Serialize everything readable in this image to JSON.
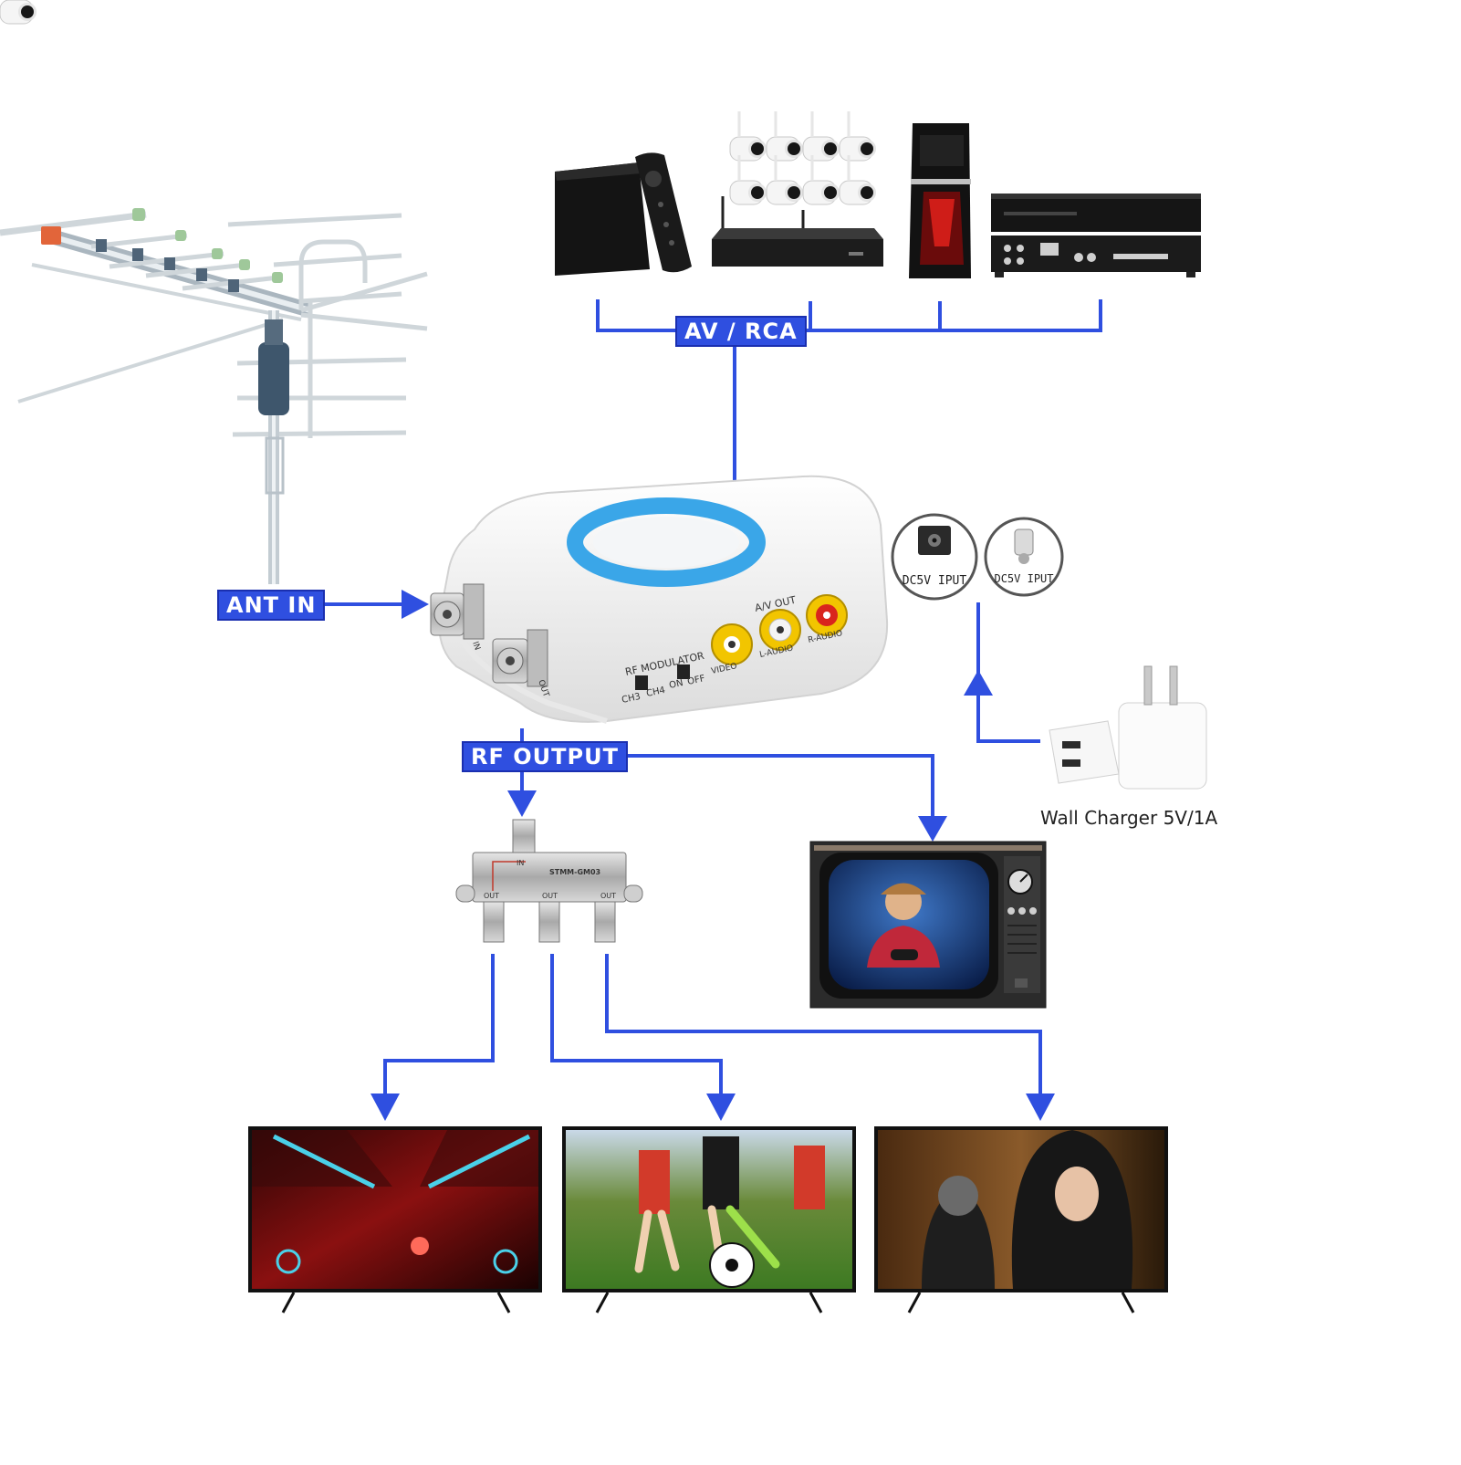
{
  "labels": {
    "av_rca": "AV / RCA",
    "ant_in": "ANT IN",
    "rf_output": "RF OUTPUT",
    "wall_charger": "Wall Charger 5V/1A",
    "dc_input_1": "DC5V IPUT",
    "dc_input_2": "DC5V IPUT"
  },
  "modulator": {
    "name": "RF MODULATOR",
    "av_out": "A/V OUT",
    "ch3": "CH3",
    "ch4": "CH4",
    "on": "ON",
    "off": "OFF",
    "video": "VIDEO",
    "l_audio": "L-AUDIO",
    "r_audio": "R-AUDIO",
    "in": "IN",
    "out": "OUT"
  },
  "splitter": {
    "model": "STMM-GM03",
    "in": "IN",
    "out1": "OUT",
    "out2": "OUT",
    "out3": "OUT"
  },
  "colors": {
    "connector": "#2f4fe0",
    "ring": "#3aa6e8",
    "rca_yellow": "#f2c500",
    "rca_white": "#f4f4f4",
    "rca_red": "#d9251d"
  }
}
